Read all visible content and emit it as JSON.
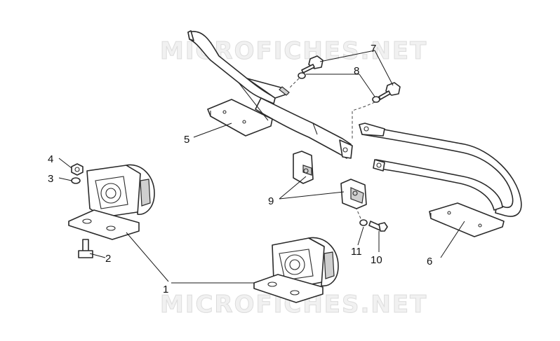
{
  "watermark": {
    "text_top": "MICROFICHES.NET",
    "text_bottom": "MICROFICHES.NET"
  },
  "callouts": {
    "c1": "1",
    "c2": "2",
    "c3": "3",
    "c4": "4",
    "c5": "5",
    "c6": "6",
    "c7": "7",
    "c8": "8",
    "c9": "9",
    "c10": "10",
    "c11": "11"
  },
  "colors": {
    "line": "#2a2a2a",
    "shade": "#cfcfcf",
    "watermark": "#dcdcdc"
  }
}
